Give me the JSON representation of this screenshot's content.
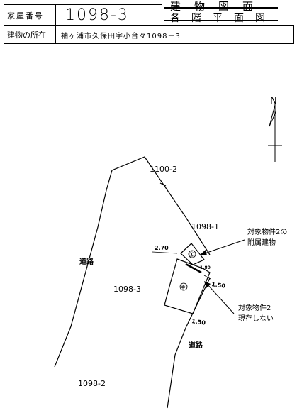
{
  "header": {
    "house_number_label": "家屋番号",
    "house_number_value": "1098-3",
    "location_label": "建物の所在",
    "location_value": "袖ヶ浦市久保田字小台々1098－3",
    "title_line1": "建　物　図　面",
    "title_line2": "各　階　平　面　図"
  },
  "map": {
    "north_label": "N",
    "lot_1100_2": "1100-2",
    "lot_1098_1": "1098-1",
    "lot_1098_3": "1098-3",
    "lot_1098_2": "1098-2",
    "road_left": "道路",
    "road_bottom": "道路",
    "dim_270": "2.70",
    "dim_180": "1.80",
    "dim_150a": "1.50",
    "dim_150b": "1.50",
    "circle_1": "①",
    "circle_main": "主",
    "annotation_annex_line1": "対象物件2の",
    "annotation_annex_line2": "附属建物",
    "annotation_main_line1": "対象物件2",
    "annotation_main_line2": "現存しない"
  }
}
